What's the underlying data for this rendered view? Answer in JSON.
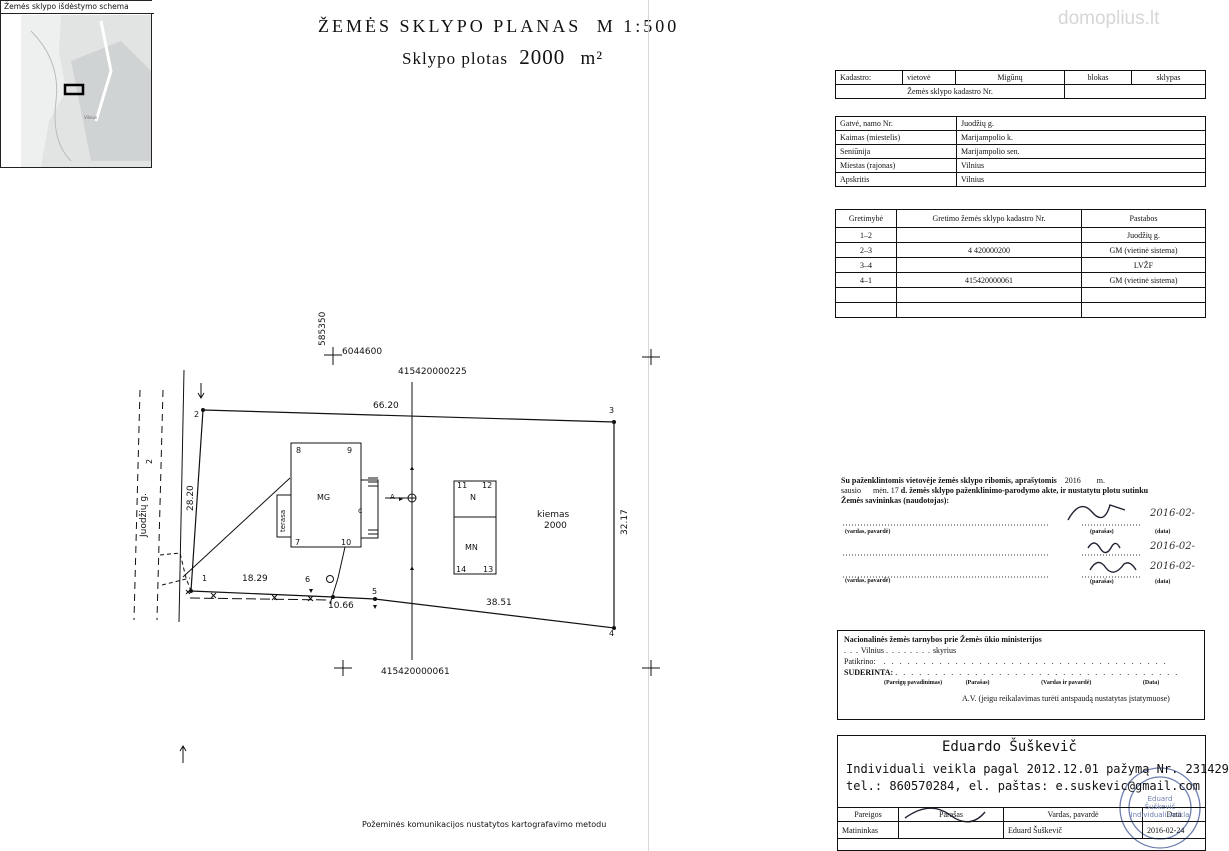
{
  "inset": {
    "title": "Žemės sklypo išdėstymo schema",
    "labels": [
      "Vilnius"
    ]
  },
  "header": {
    "title": "ŽEMĖS SKLYPO PLANAS",
    "scale": "M 1:500",
    "area_label": "Sklypo plotas",
    "area_value": "2000",
    "area_unit": "m²"
  },
  "watermark": "domoplius.lt",
  "plan": {
    "coord_vertical": "585350",
    "coord_horizontal": "6044600",
    "neighbor_top": "415420000225",
    "neighbor_bottom": "415420000061",
    "street_label": "Juodžių g.",
    "street_number": "2",
    "point_labels": [
      "1",
      "2",
      "3",
      "4",
      "5",
      "6"
    ],
    "building_corner_labels": [
      "8",
      "9",
      "7",
      "10",
      "11",
      "12",
      "14",
      "13"
    ],
    "building_mg": "MG",
    "building_terrace": "terasa",
    "building_c": "c",
    "building_n": "N",
    "building_mn": "MN",
    "yard_label": "kiemas",
    "yard_value": "2000",
    "dims": {
      "top": "66.20",
      "left": "28.20",
      "right": "32.17",
      "bottom_left": "18.29",
      "bottom_mid": "10.66",
      "bottom_right": "38.51"
    },
    "marker_a": "A",
    "footnote": "Požeminės komunikacijos nustatytos kartografavimo metodu"
  },
  "cadastre": {
    "row1": [
      "Kadastro:",
      "vietovė",
      "Migūnų",
      "blokas",
      "sklypas"
    ],
    "row2": "Žemės sklypo kadastro Nr."
  },
  "address": [
    [
      "Gatvė, namo Nr.",
      "Juodžių g."
    ],
    [
      "Kaimas (miestelis)",
      "Marijampolio k."
    ],
    [
      "Seniūnija",
      "Marijampolio sen."
    ],
    [
      "Miestas (rajonas)",
      "Vilnius"
    ],
    [
      "Apskritis",
      "Vilnius"
    ]
  ],
  "neighbors": {
    "headers": [
      "Gretimybė",
      "Gretimo žemės sklypo kadastro Nr.",
      "Pastabos"
    ],
    "rows": [
      [
        "1–2",
        "",
        "Juodžių g."
      ],
      [
        "2–3",
        "4 420000200",
        "GM (vietinė sistema)"
      ],
      [
        "3–4",
        "",
        "LVŽF"
      ],
      [
        "4–1",
        "415420000061",
        "GM (vietinė sistema)"
      ],
      [
        "",
        "",
        ""
      ],
      [
        "",
        "",
        ""
      ]
    ]
  },
  "agreement": {
    "line1": "Su paženklintomis vietovėje žemės sklypo ribomis, aprašytomis",
    "year": "2016",
    "m": "m.",
    "month": "sausio",
    "men": "mėn.",
    "day": "17",
    "line2": "d. žemės sklypo paženklinimo-parodymo akte, ir nustatytu plotu sutinku",
    "owner": "Žemės savininkas (naudotojas):",
    "cap_name": "(vardas, pavardė)",
    "cap_sign": "(parašas)",
    "cap_date": "(data)",
    "dates": [
      "2016-02-",
      "2016-02-",
      "2016-02-"
    ]
  },
  "nzt": {
    "title": "Nacionalinės žemės tarnybos prie Žemės ūkio ministerijos",
    "city": "Vilnius",
    "dept": "skyrius",
    "checked": "Patikrino:",
    "agreed": "SUDERINTA:",
    "caps": [
      "(Pareigų pavadinimas)",
      "(Parašas)",
      "(Vardas ir pavardė)",
      "(Data)"
    ],
    "note": "A.V. (jeigu reikalavimas turėti antspaudą nustatytas įstatymuose)"
  },
  "surveyor": {
    "name": "Eduardo Šuškevič",
    "line2": "Individuali veikla pagal 2012.12.01 pažymą Nr. 231429",
    "line3": "tel.: 860570284, el. paštas: e.suskevic@gmail.com",
    "cols": [
      "Pareigos",
      "Parašas",
      "Vardas, pavardė",
      "Data"
    ],
    "row": [
      "Matininkas",
      "",
      "Eduard Šuškevič",
      "2016-02-24"
    ],
    "stamp": [
      "Eduard",
      "Šuškevič",
      "Individuali veikla"
    ]
  }
}
